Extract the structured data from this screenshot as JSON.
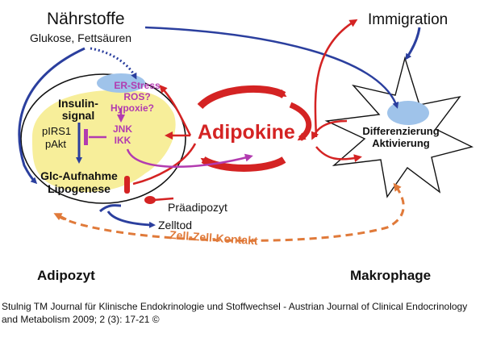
{
  "diagram": {
    "naehrstoffe": "Nährstoffe",
    "glukose": "Glukose, Fettsäuren",
    "immigration": "Immigration",
    "er_stress": "ER-Stress",
    "ros": "ROS?",
    "hypoxie": "Hypoxie?",
    "insulin_line1": "Insulin-",
    "insulin_line2": "signal",
    "pirs1": "pIRS1",
    "pakt": "pAkt",
    "jnk": "JNK",
    "ikk": "IKK",
    "adipokine": "Adipokine",
    "differenzierung": "Differenzierung",
    "aktivierung": "Aktivierung",
    "glc_aufnahme": "Glc-Aufnahme",
    "lipogenese": "Lipogenese",
    "praeadipozyt": "Präadipozyt",
    "zelltod": "Zelltod",
    "zell_kontakt": "Zell-Zell-Kontakt",
    "adipozyt": "Adipozyt",
    "makrophage": "Makrophage"
  },
  "caption": "Stulnig TM Journal für Klinische Endokrinologie und Stoffwechsel - Austrian Journal of Clinical Endocrinology and Metabolism 2009; 2 (3): 17-21 ©",
  "colors": {
    "blue": "#2b3f9e",
    "red": "#d42323",
    "magenta": "#b23bb0",
    "orange": "#e07a3a",
    "yellow": "#f7ee9a",
    "light_blue": "#9fc3ea"
  }
}
